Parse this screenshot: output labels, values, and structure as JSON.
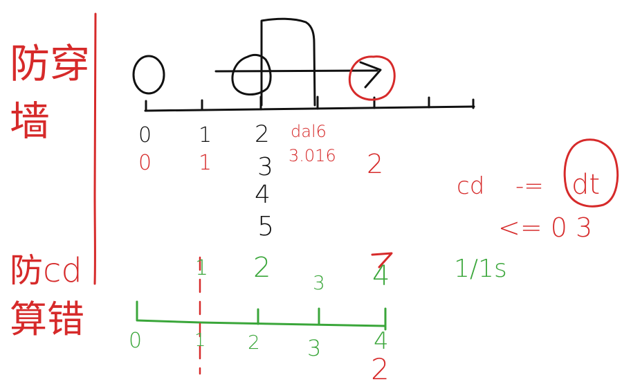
{
  "colors": {
    "ink_black": "#111111",
    "ink_red": "#d62a2a",
    "ink_green": "#3aa63a"
  },
  "labels": {
    "top_title_line1": "防穿",
    "top_title_line2": "墙",
    "bottom_title_line1": "防cd",
    "bottom_title_line2": "算错"
  },
  "top_axis": {
    "black_ticks": [
      "0",
      "1",
      "2"
    ],
    "red_small": [
      "dal6",
      "3.016"
    ],
    "red_ticks": [
      "0",
      "1",
      "2"
    ],
    "black_stack": [
      "3",
      "4",
      "5"
    ]
  },
  "right_notes": {
    "cd_equation_prefix": "cd",
    "cd_equation_operator": "-=",
    "cd_equation_result": "dt",
    "condition": "<= 0 3",
    "rate": "1/1s"
  },
  "bottom_axis": {
    "top_labels": [
      "1",
      "2",
      "3",
      "4"
    ],
    "bottom_labels": [
      "0",
      "1",
      "2",
      "3",
      "4"
    ],
    "red_below_4": "2"
  }
}
